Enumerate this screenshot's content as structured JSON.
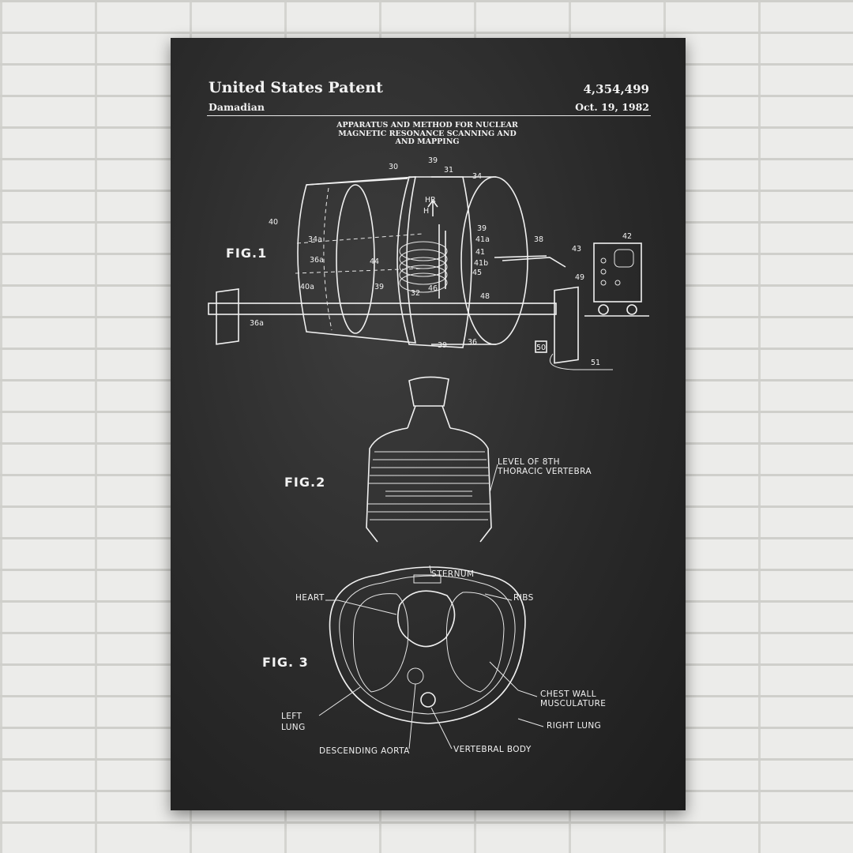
{
  "header": {
    "title": "United States Patent",
    "patent_number": "4,354,499",
    "inventor": "Damadian",
    "date": "Oct. 19, 1982"
  },
  "subtitle_lines": [
    "APPARATUS AND METHOD FOR NUCLEAR",
    "MAGNETIC RESONANCE SCANNING AND",
    "AND MAPPING"
  ],
  "figures": {
    "fig1": {
      "label": "FIG.1",
      "refs": [
        "30",
        "39",
        "31",
        "34",
        "40",
        "34a",
        "36a",
        "40a",
        "44",
        "39",
        "32",
        "46",
        "HR",
        "H",
        "39",
        "41a",
        "41",
        "41b",
        "45",
        "38",
        "43",
        "42",
        "49",
        "48",
        "36a",
        "39",
        "36",
        "50",
        "51"
      ]
    },
    "fig2": {
      "label": "FIG.2",
      "annotation": [
        "LEVEL OF 8TH",
        "THORACIC VERTEBRA"
      ]
    },
    "fig3": {
      "label": "FIG. 3",
      "labels": {
        "sternum": "STERNUM",
        "heart": "HEART",
        "ribs": "RIBS",
        "chest_wall": [
          "CHEST WALL",
          "MUSCULATURE"
        ],
        "right_lung": "RIGHT LUNG",
        "left_lung": [
          "LEFT",
          "LUNG"
        ],
        "descending_aorta": "DESCENDING AORTA",
        "vertebral_body": "VERTEBRAL BODY"
      }
    }
  },
  "colors": {
    "poster_background": "#2a2a2a",
    "line_art": "#f0f0f0",
    "wall": "#ececea"
  }
}
